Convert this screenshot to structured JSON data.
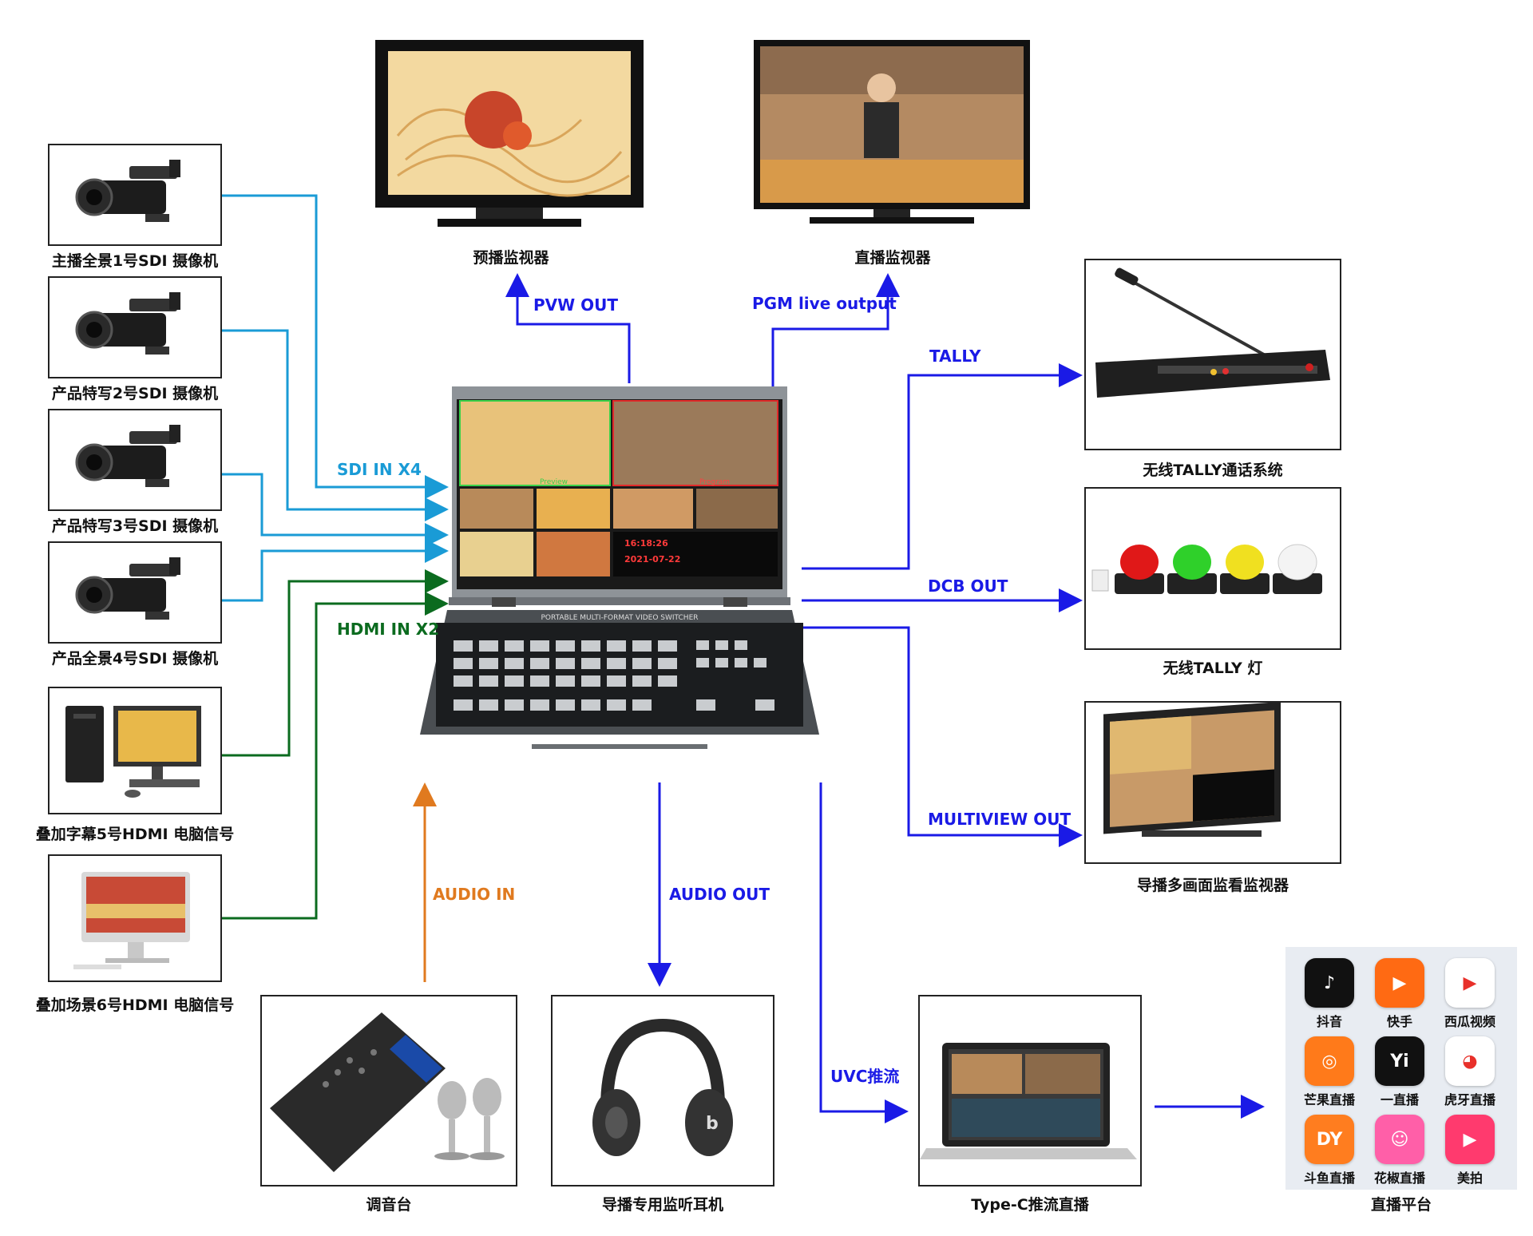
{
  "sources": {
    "cam1": "主播全景1号SDI 摄像机",
    "cam2": "产品特写2号SDI 摄像机",
    "cam3": "产品特写3号SDI 摄像机",
    "cam4": "产品全景4号SDI 摄像机",
    "pc5": "叠加字幕5号HDMI 电脑信号",
    "pc6": "叠加场景6号HDMI 电脑信号"
  },
  "monitors": {
    "preview": "预播监视器",
    "program": "直播监视器"
  },
  "outputs": {
    "tally_system": "无线TALLY通话系统",
    "tally_lights": "无线TALLY 灯",
    "multiview": "导播多画面监看监视器",
    "mixer": "调音台",
    "headphones": "导播专用监听耳机",
    "typec": "Type-C推流直播",
    "platform": "直播平台"
  },
  "wires": {
    "sdi_in": "SDI IN X4",
    "hdmi_in": "HDMI IN X2",
    "pvw_out": "PVW OUT",
    "pgm_out": "PGM live output",
    "tally": "TALLY",
    "dcb_out": "DCB OUT",
    "multiview_out": "MULTIVIEW  OUT",
    "audio_in": "AUDIO  IN",
    "audio_out": "AUDIO  OUT",
    "uvc": "UVC推流"
  },
  "switcher": {
    "screen_time": "16:18:26",
    "screen_date": "2021-07-22",
    "preview_tag": "Preview",
    "program_tag": "Program",
    "panel_title": "PORTABLE MULTI-FORMAT VIDEO SWITCHER"
  },
  "platforms": [
    {
      "name": "抖音",
      "color": "#111111",
      "glyph": "♪"
    },
    {
      "name": "快手",
      "color": "#ff6a13",
      "glyph": "▶"
    },
    {
      "name": "西瓜视频",
      "color": "#ffffff",
      "glyph": "▶"
    },
    {
      "name": "芒果直播",
      "color": "#ff7a1a",
      "glyph": "◎"
    },
    {
      "name": "一直播",
      "color": "#111111",
      "glyph": "Yi"
    },
    {
      "name": "虎牙直播",
      "color": "#ffffff",
      "glyph": "◕"
    },
    {
      "name": "斗鱼直播",
      "color": "#ff7d1f",
      "glyph": "DY"
    },
    {
      "name": "花椒直播",
      "color": "#ff5fa8",
      "glyph": "☺"
    },
    {
      "name": "美拍",
      "color": "#ff3a6e",
      "glyph": "▶"
    }
  ],
  "colors": {
    "blue": "#1a1ae6",
    "cyan": "#1a9bd6",
    "green": "#0b6b1f",
    "orange": "#e07a1f"
  }
}
